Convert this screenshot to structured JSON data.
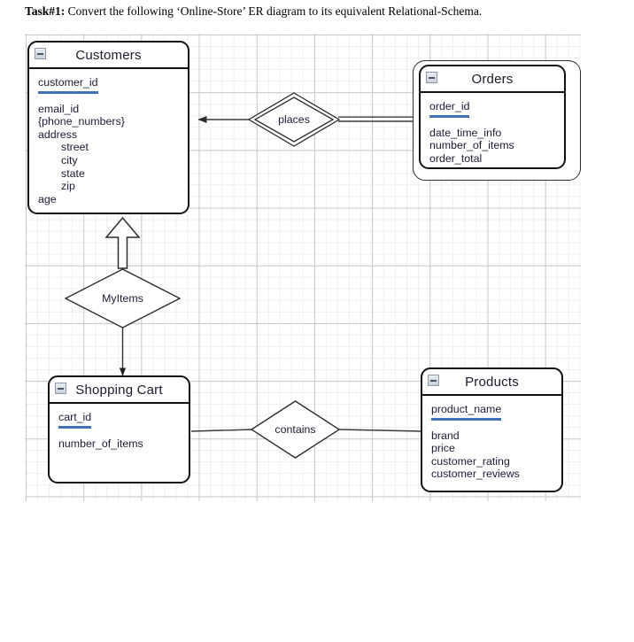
{
  "task": {
    "label": "Task#1:",
    "text": "Convert the following ‘Online-Store’ ER diagram to its equivalent Relational-Schema."
  },
  "colors": {
    "key_underline": "#3f72b8",
    "entity_border": "#111111",
    "text": "#1b1b33",
    "grid_major": "#c8c8c8",
    "grid_minor": "#eeeeee"
  },
  "diagram": {
    "type": "er-diagram",
    "entities": [
      {
        "id": "customers",
        "title": "Customers",
        "weak": false,
        "collapse_icon": "collapse-minus-icon",
        "key_attributes": [
          "customer_id"
        ],
        "attributes": [
          "email_id",
          "{phone_numbers}",
          "address"
        ],
        "sub_attributes": [
          "street",
          "city",
          "state",
          "zip"
        ],
        "trailing_attributes": [
          "age"
        ]
      },
      {
        "id": "orders",
        "title": "Orders",
        "weak": true,
        "collapse_icon": "collapse-minus-icon",
        "key_attributes": [
          "order_id"
        ],
        "attributes": [
          "date_time_info",
          "number_of_items",
          "order_total"
        ],
        "sub_attributes": [],
        "trailing_attributes": []
      },
      {
        "id": "shopping_cart",
        "title": "Shopping Cart",
        "weak": false,
        "collapse_icon": "collapse-minus-icon",
        "key_attributes": [
          "cart_id"
        ],
        "attributes": [
          "number_of_items"
        ],
        "sub_attributes": [],
        "trailing_attributes": []
      },
      {
        "id": "products",
        "title": "Products",
        "weak": false,
        "collapse_icon": "collapse-minus-icon",
        "key_attributes": [
          "product_name"
        ],
        "attributes": [
          "brand",
          "price",
          "customer_rating",
          "customer_reviews"
        ],
        "sub_attributes": [],
        "trailing_attributes": []
      }
    ],
    "relationships": [
      {
        "id": "places",
        "label": "places",
        "identifying": true,
        "from": "customers",
        "to": "orders",
        "from_edge": "single-line-with-arrowhead",
        "to_edge": "double-line"
      },
      {
        "id": "myitems",
        "label": "MyItems",
        "identifying": false,
        "from": "customers",
        "to": "shopping_cart",
        "from_edge": "hollow-block-arrow-up",
        "to_edge": "single-line-with-arrowhead"
      },
      {
        "id": "contains",
        "label": "contains",
        "identifying": false,
        "from": "shopping_cart",
        "to": "products",
        "from_edge": "single-line",
        "to_edge": "single-line"
      }
    ]
  }
}
